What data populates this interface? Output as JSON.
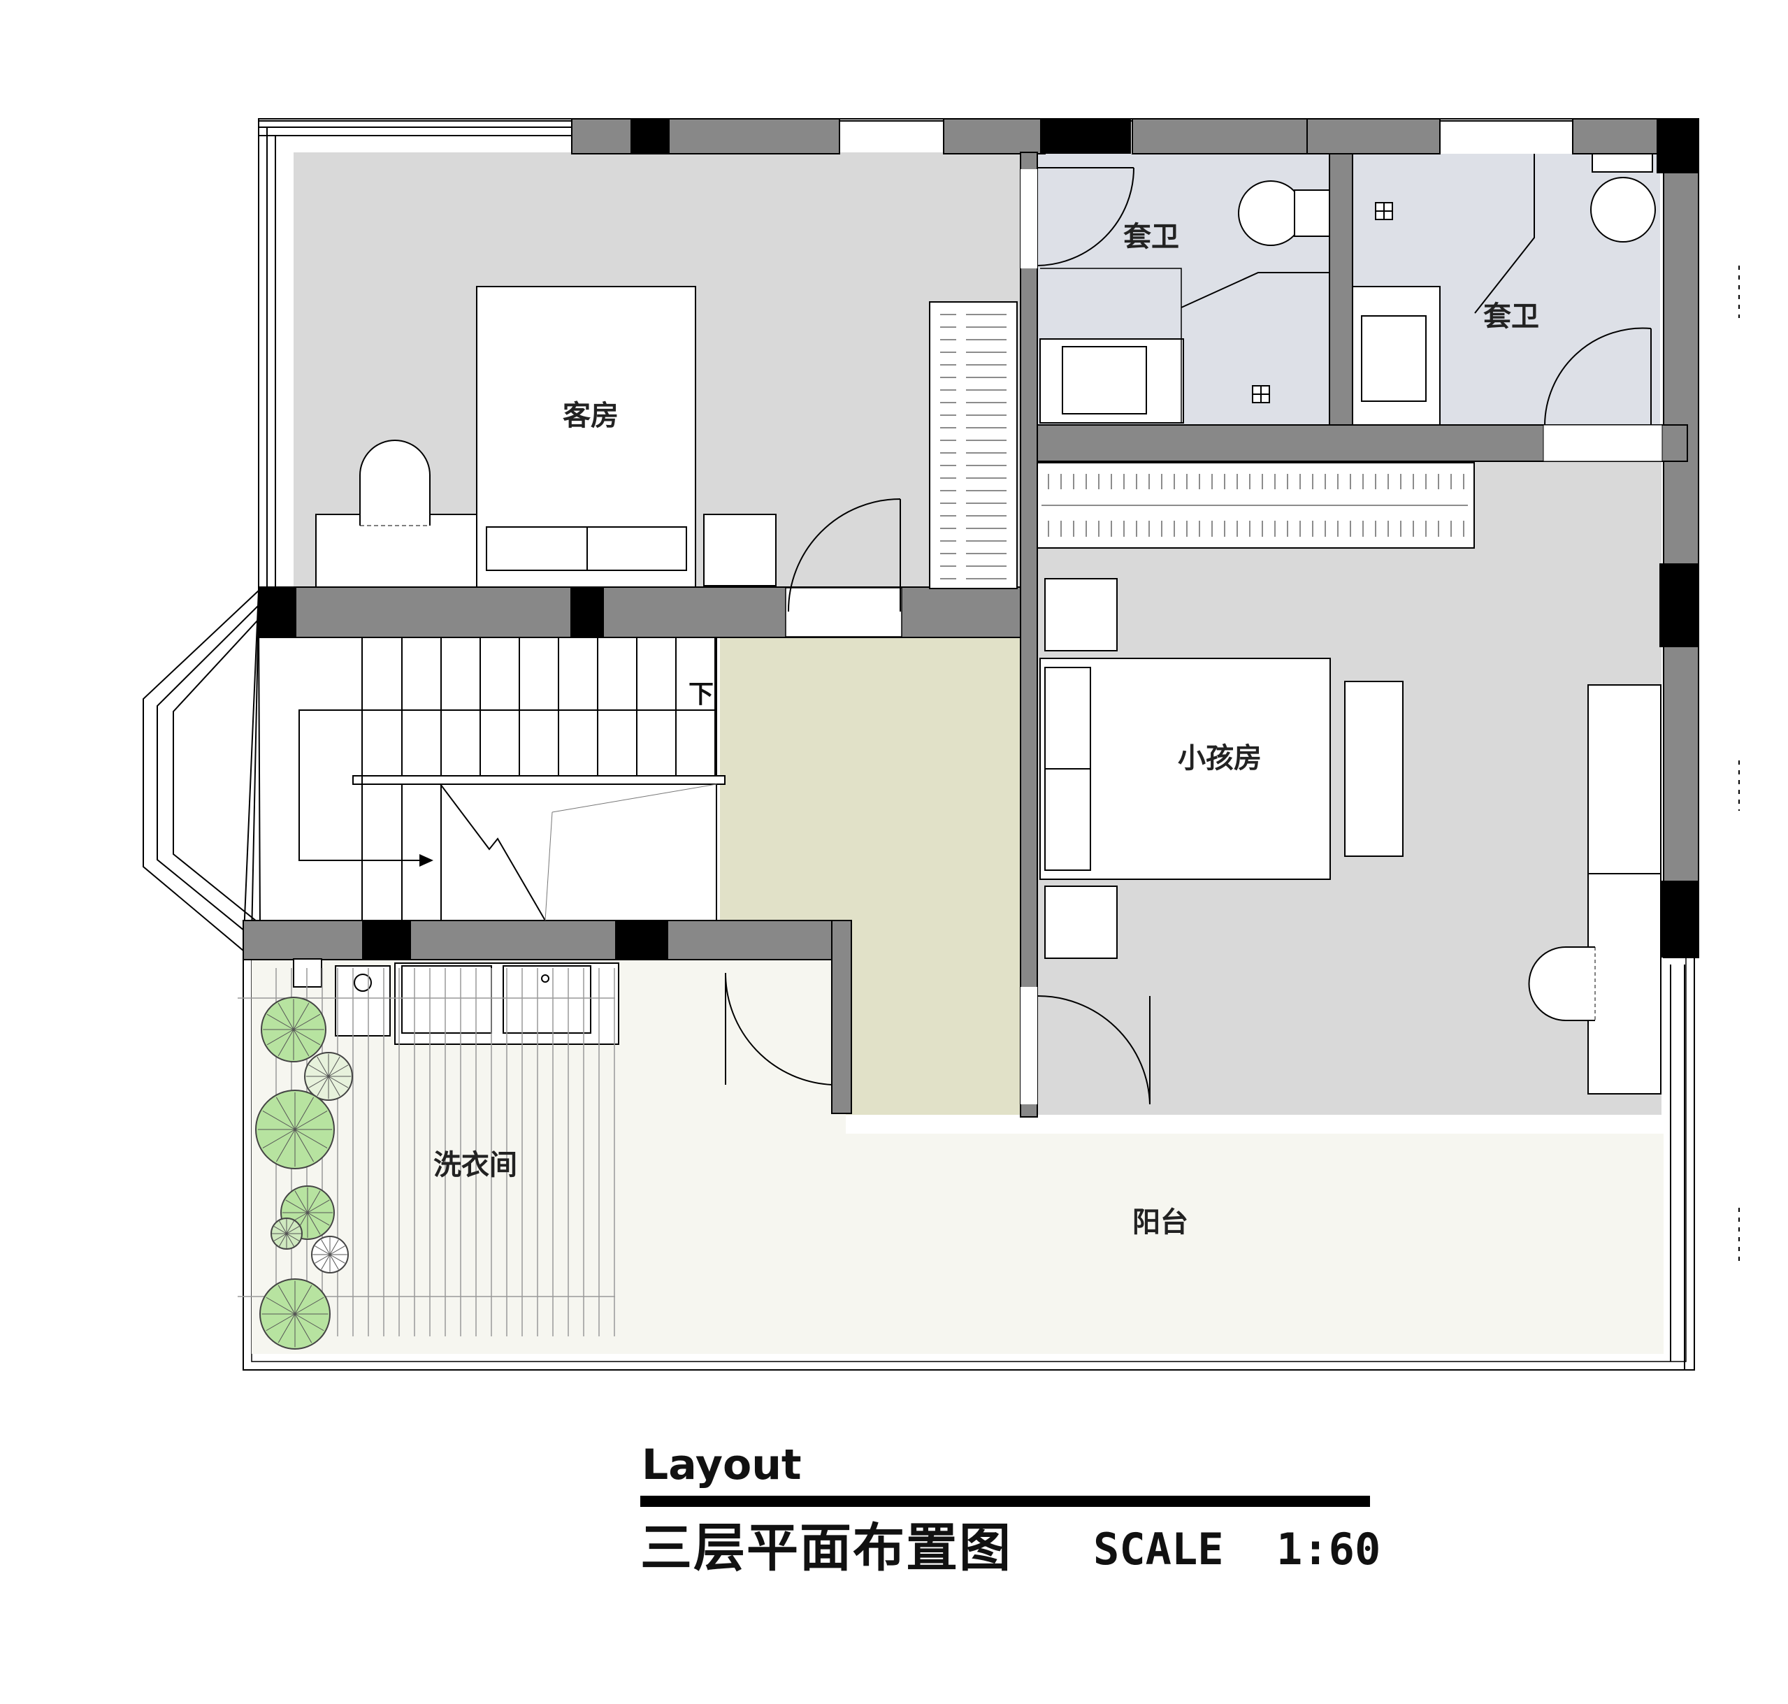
{
  "colors": {
    "room_fill": "#d9d9d9",
    "bath_fill": "#dde0e7",
    "corridor_fill": "#e1e1c8",
    "laundry_fill": "#f6f6f0",
    "wall_grey": "#888888",
    "column_black": "#000000",
    "plant_green": "#b7e3a0"
  },
  "rooms": {
    "guest_room": "客房",
    "bathroom_1": "套卫",
    "bathroom_2": "套卫",
    "kids_room": "小孩房",
    "laundry": "洗衣间",
    "balcony": "阳台"
  },
  "stair": {
    "down_label": "下"
  },
  "icons": [
    "toilet-icon",
    "sink-icon",
    "floor-drain-icon",
    "door-swing-icon",
    "plant-icon",
    "stair-arrow-icon"
  ],
  "title_block": {
    "heading": "Layout",
    "subtitle": "三层平面布置图",
    "scale_label": "SCALE",
    "scale_value": "1:60"
  }
}
